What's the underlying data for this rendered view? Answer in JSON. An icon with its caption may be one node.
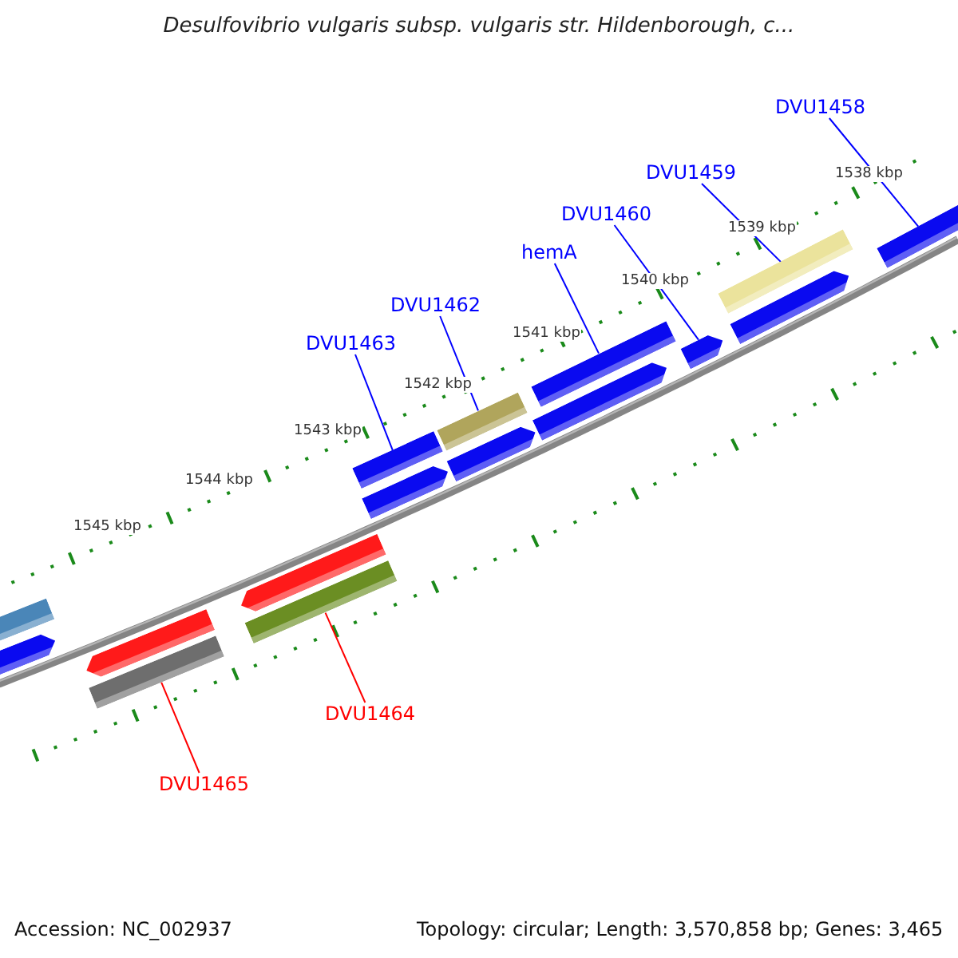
{
  "diagram": {
    "title": "Desulfovibrio vulgaris subsp. vulgaris str. Hildenborough, c...",
    "nodes": [
      {
        "text": [
          "DVU1458"
        ]
      },
      {
        "text": [
          "DVU1459"
        ]
      },
      {
        "text": [
          "DVU1460"
        ]
      },
      {
        "text": [
          "hemA"
        ]
      },
      {
        "text": [
          "DVU1462"
        ]
      },
      {
        "text": [
          "DVU1463"
        ]
      },
      {
        "text": [
          "DVU1464"
        ]
      },
      {
        "text": [
          "DVU1465"
        ]
      },
      {
        "text": [],
        "shape": "bar"
      },
      {
        "text": [],
        "shape": "arrow"
      },
      {
        "text": [],
        "shape": "arrow"
      },
      {
        "text": [],
        "shape": "bar"
      },
      {
        "text": [],
        "shape": "arrow"
      },
      {
        "text": [],
        "shape": "bar"
      },
      {
        "text": [],
        "shape": "bar"
      },
      {
        "text": [],
        "shape": "arrow"
      },
      {
        "text": [],
        "shape": "bar"
      },
      {
        "text": [],
        "shape": "arrow"
      },
      {
        "text": [],
        "shape": "bar"
      },
      {
        "text": [],
        "shape": "arrow"
      },
      {
        "text": [],
        "shape": "arrow"
      },
      {
        "text": [],
        "shape": "bar"
      },
      {
        "text": [],
        "shape": "arrow"
      },
      {
        "text": [],
        "shape": "bar"
      }
    ],
    "edges": [
      {
        "from": 0,
        "to": 23,
        "arrow": "none"
      },
      {
        "from": 1,
        "to": 21,
        "arrow": "none"
      },
      {
        "from": 2,
        "to": 20,
        "arrow": "none"
      },
      {
        "from": 3,
        "to": 18,
        "arrow": "none"
      },
      {
        "from": 4,
        "to": 16,
        "arrow": "none"
      },
      {
        "from": 5,
        "to": 14,
        "arrow": "none"
      },
      {
        "from": 6,
        "to": 13,
        "arrow": "none",
        "color": "#ff0000"
      },
      {
        "from": 7,
        "to": 11,
        "arrow": "none",
        "color": "#ff0000"
      }
    ],
    "labels": [
      "1538 kbp",
      "1539 kbp",
      "1540 kbp",
      "1541 kbp",
      "1542 kbp",
      "1543 kbp",
      "1544 kbp",
      "1545 kbp",
      "Accession: NC_002937",
      "Topology: circular; Length: 3,570,858 bp; Genes: 3,465"
    ]
  }
}
